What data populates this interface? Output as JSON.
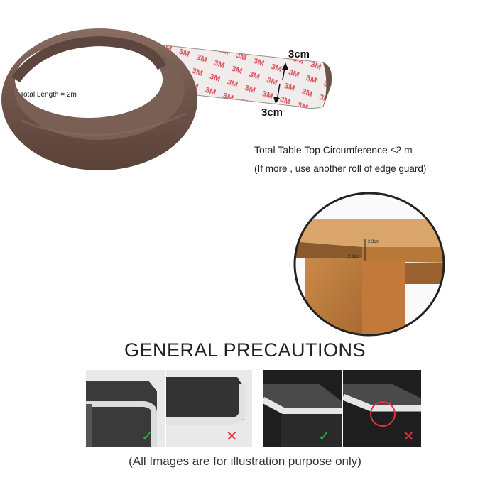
{
  "product": {
    "dimension_top": "3cm",
    "dimension_bottom": "3cm",
    "total_length": "Total Length = 2m",
    "circumference_note": "Total Table Top Circumference  ≤2 m",
    "more_note": "(If more , use another roll of edge guard)",
    "table_dim_top": "2.3cm",
    "table_dim_side": "2.3cm"
  },
  "precautions": {
    "heading": "GENERAL PRECAUTIONS",
    "panels": [
      {
        "result": "check-icon"
      },
      {
        "result": "cross-icon"
      },
      {
        "result": "check-icon"
      },
      {
        "result": "cross-icon"
      }
    ],
    "footer": "(All Images are for illustration purpose only)"
  },
  "colors": {
    "guard_brown": "#6b5148",
    "tape_red": "#d9505a",
    "check_green": "#2fa84f",
    "cross_red": "#e0323c"
  }
}
